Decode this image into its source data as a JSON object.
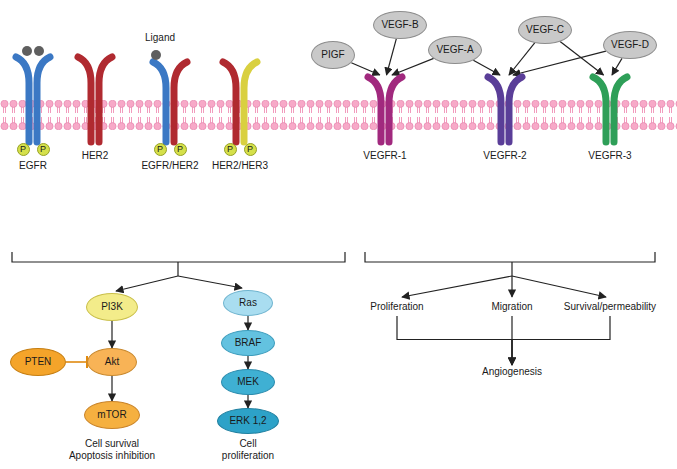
{
  "diagram": {
    "nodes": [
      {
        "text": [
          "EGFR"
        ]
      },
      {
        "text": [
          "P"
        ],
        "in": 0
      },
      {
        "text": [
          "P"
        ],
        "in": 0
      },
      {
        "text": [
          "HER2"
        ]
      },
      {
        "text": [
          "EGFR/HER2"
        ]
      },
      {
        "text": [
          "P"
        ],
        "in": 4
      },
      {
        "text": [
          "P"
        ],
        "in": 4
      },
      {
        "text": [
          "HER2/HER3"
        ]
      },
      {
        "text": [
          "P"
        ],
        "in": 7
      },
      {
        "text": [
          "P"
        ],
        "in": 7
      },
      {
        "text": [
          "PIGF"
        ]
      },
      {
        "text": [
          "VEGF-B"
        ]
      },
      {
        "text": [
          "VEGF-A"
        ]
      },
      {
        "text": [
          "VEGF-C"
        ]
      },
      {
        "text": [
          "VEGF-D"
        ]
      },
      {
        "text": [
          "VEGFR-1"
        ]
      },
      {
        "text": [
          "VEGFR-2"
        ]
      },
      {
        "text": [
          "VEGFR-3"
        ]
      },
      {
        "text": [
          "PI3K"
        ]
      },
      {
        "text": [
          "PTEN"
        ]
      },
      {
        "text": [
          "Akt"
        ]
      },
      {
        "text": [
          "mTOR"
        ]
      },
      {
        "text": [
          "Ras"
        ]
      },
      {
        "text": [
          "BRAF"
        ]
      },
      {
        "text": [
          "MEK"
        ]
      },
      {
        "text": [
          "ERK 1,2"
        ]
      },
      {
        "text": [
          "Proliferation"
        ]
      },
      {
        "text": [
          "Migration"
        ]
      },
      {
        "text": [
          "Survival/permeability"
        ]
      },
      {
        "text": [
          "Angiogenesis"
        ]
      }
    ],
    "edges": [
      {
        "from": 10,
        "to": 15,
        "arrow": "to"
      },
      {
        "from": 11,
        "to": 15,
        "arrow": "to"
      },
      {
        "from": 12,
        "to": 15,
        "arrow": "to"
      },
      {
        "from": 12,
        "to": 16,
        "arrow": "to"
      },
      {
        "from": 13,
        "to": 16,
        "arrow": "to"
      },
      {
        "from": 13,
        "to": 17,
        "arrow": "to"
      },
      {
        "from": 14,
        "to": 16,
        "arrow": "to"
      },
      {
        "from": 14,
        "to": 17,
        "arrow": "to"
      },
      {
        "from": 18,
        "to": 20,
        "arrow": "to"
      },
      {
        "from": 19,
        "to": 20,
        "arrow": "to"
      },
      {
        "from": 20,
        "to": 21,
        "arrow": "to"
      },
      {
        "from": 22,
        "to": 23,
        "arrow": "to"
      },
      {
        "from": 23,
        "to": 24,
        "arrow": "to"
      },
      {
        "from": 24,
        "to": 25,
        "arrow": "to"
      },
      {
        "from": 26,
        "to": 29,
        "arrow": "to"
      },
      {
        "from": 27,
        "to": 29,
        "arrow": "to"
      },
      {
        "from": 28,
        "to": 29,
        "arrow": "to"
      }
    ],
    "labels": [
      "Ligand",
      "Cell survival Apoptosis inhibition",
      "Cell proliferation"
    ]
  }
}
